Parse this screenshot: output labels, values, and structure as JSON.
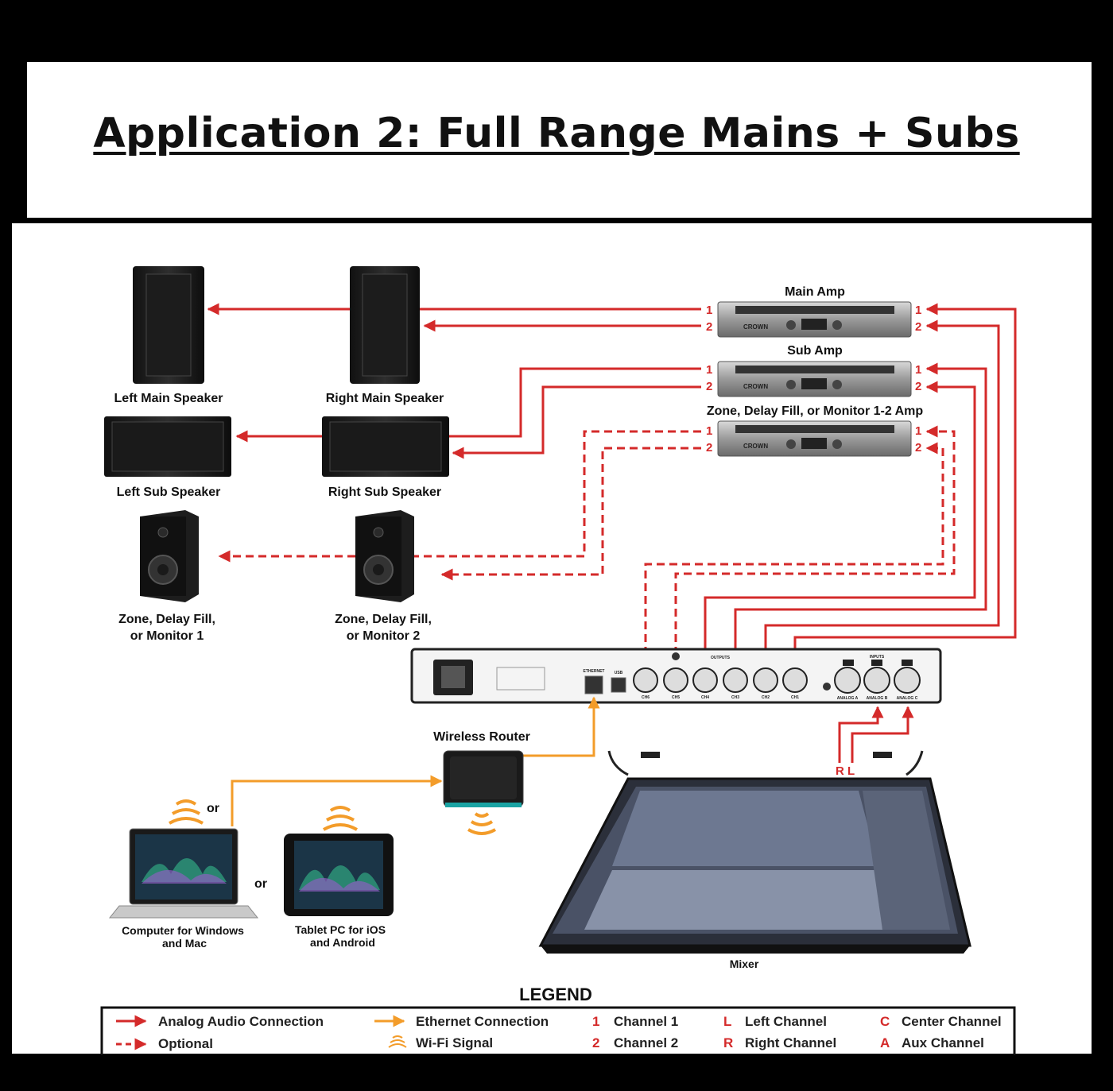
{
  "title": "Application 2: Full Range Mains + Subs",
  "colors": {
    "analog": "#d42a2a",
    "ethernet": "#f39c2a",
    "background": "#000000",
    "panel": "#ffffff"
  },
  "speakers": {
    "left_main": "Left Main Speaker",
    "right_main": "Right Main Speaker",
    "left_sub": "Left Sub Speaker",
    "right_sub": "Right Sub Speaker",
    "zone1_line1": "Zone, Delay Fill,",
    "zone1_line2": "or Monitor 1",
    "zone2_line1": "Zone, Delay Fill,",
    "zone2_line2": "or Monitor 2"
  },
  "amps": {
    "main": "Main Amp",
    "sub": "Sub Amp",
    "zone": "Zone, Delay Fill, or Monitor 1-2 Amp",
    "brand": "CROWN",
    "channel_1": "1",
    "channel_2": "2"
  },
  "processor": {
    "ethernet_label": "ETHERNET",
    "usb_label": "USB",
    "outputs_label": "OUTPUTS",
    "inputs_label": "INPUTS",
    "outputs": [
      "CH6",
      "CH5",
      "CH4",
      "CH3",
      "CH2",
      "CH1"
    ],
    "inputs": [
      "ANALOG A",
      "ANALOG B",
      "ANALOG C"
    ]
  },
  "router": {
    "label": "Wireless Router"
  },
  "mixer": {
    "label": "Mixer",
    "out_r": "R",
    "out_l": "L"
  },
  "devices": {
    "or_1": "or",
    "or_2": "or",
    "computer_line1": "Computer for Windows",
    "computer_line2": "and Mac",
    "tablet_line1": "Tablet PC for iOS",
    "tablet_line2": "and Android"
  },
  "legend": {
    "title": "LEGEND",
    "analog": "Analog Audio Connection",
    "optional": "Optional",
    "ethernet": "Ethernet Connection",
    "wifi": "Wi-Fi Signal",
    "ch1_key": "1",
    "ch1": "Channel 1",
    "ch2_key": "2",
    "ch2": "Channel 2",
    "left_key": "L",
    "left": "Left Channel",
    "right_key": "R",
    "right": "Right Channel",
    "center_key": "C",
    "center": "Center Channel",
    "aux_key": "A",
    "aux": "Aux Channel"
  }
}
